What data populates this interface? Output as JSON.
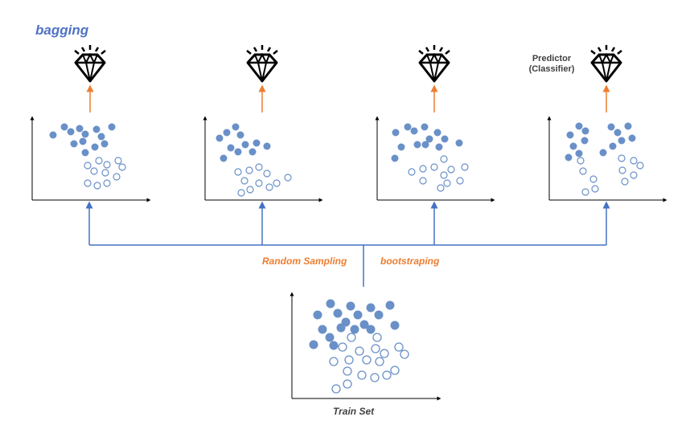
{
  "title": "bagging",
  "labels": {
    "random_sampling": "Random Sampling",
    "bootstraping": "bootstraping",
    "train_set": "Train Set",
    "predictor_line1": "Predictor",
    "predictor_line2": "(Classifier)"
  },
  "colors": {
    "title": "#4f72c4",
    "accent_orange": "#ed7d31",
    "connector_blue": "#4472c4",
    "point_fill": "#6a90c8",
    "point_outline": "#6a90c8",
    "axis": "#000000"
  },
  "icons": {
    "predictor": "diamond-icon"
  }
}
